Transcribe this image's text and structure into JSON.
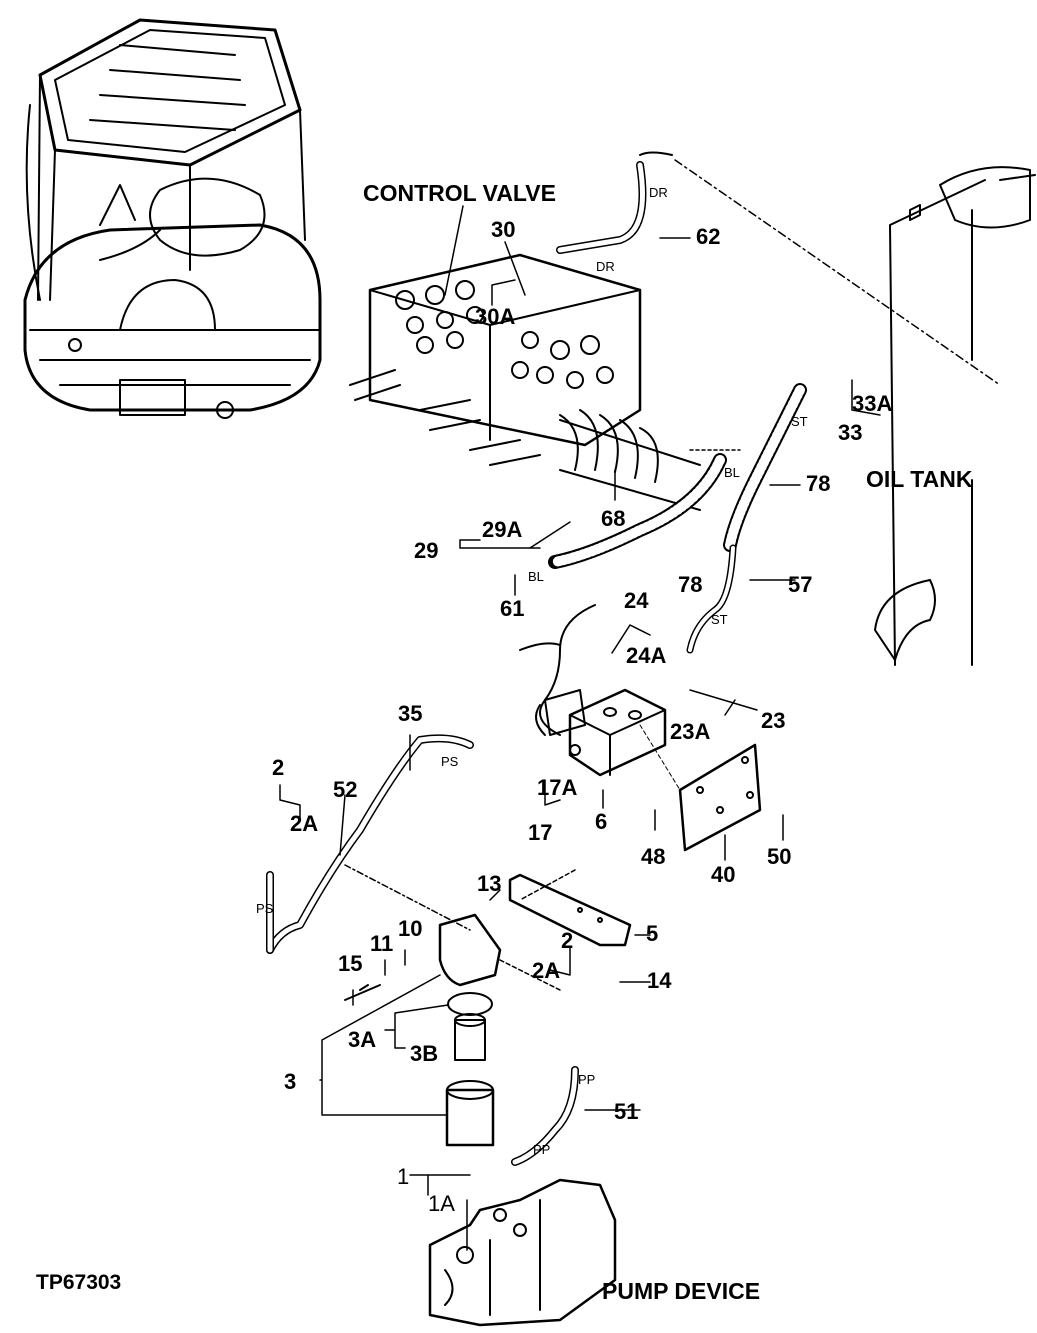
{
  "drawing_id": "TP67303",
  "titles": {
    "control_valve": "CONTROL VALVE",
    "oil_tank": "OIL TANK",
    "pump_device": "PUMP DEVICE"
  },
  "callouts": {
    "c30": "30",
    "c30a": "30A",
    "c62": "62",
    "c33": "33",
    "c33a": "33A",
    "c78a": "78",
    "c78b": "78",
    "c68": "68",
    "c29": "29",
    "c29a": "29A",
    "c61": "61",
    "c57": "57",
    "c24": "24",
    "c24a": "24A",
    "c23": "23",
    "c23a": "23A",
    "c35": "35",
    "c52": "52",
    "c2a": "2",
    "c2aA": "2A",
    "c17": "17",
    "c17a": "17A",
    "c6": "6",
    "c48": "48",
    "c40": "40",
    "c50": "50",
    "c13": "13",
    "c5": "5",
    "c10": "10",
    "c11": "11",
    "c15": "15",
    "c2b": "2",
    "c2bA": "2A",
    "c14": "14",
    "c3": "3",
    "c3a": "3A",
    "c3b": "3B",
    "c51": "51",
    "c1": "1",
    "c1a": "1A"
  },
  "hose_tags": {
    "dr1": "DR",
    "dr2": "DR",
    "st1": "ST",
    "st2": "ST",
    "bl1": "BL",
    "bl2": "BL",
    "ps1": "PS",
    "ps2": "PS",
    "pp1": "PP",
    "pp2": "PP"
  }
}
